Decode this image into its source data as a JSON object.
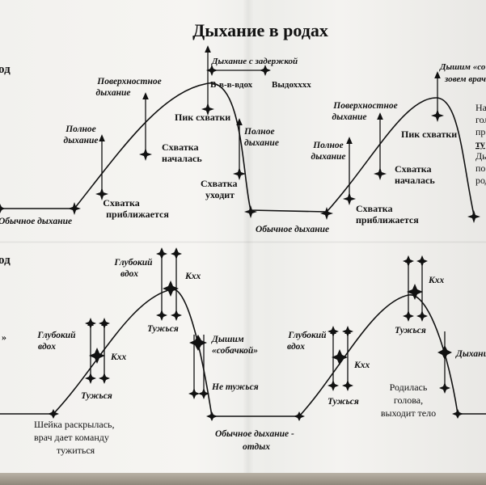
{
  "title": "Дыхание в родах",
  "top_left_fragment": "од",
  "bottom_left_fragment": "од",
  "bottom_left_fragment2": "»",
  "top_left": {
    "normal_breathing_start": "Обычное дыхание",
    "full_breath": [
      "Полное",
      "дыхание"
    ],
    "contraction_approaching": [
      "Схватка",
      "приближается"
    ],
    "superficial_breath": [
      "Поверхностное",
      "дыхание"
    ],
    "contraction_started": [
      "Схватка",
      "началась"
    ],
    "breath_hold": "Дыхание с задержкой",
    "inhale": "В-в-в-вдох",
    "exhale": "Выдохххх",
    "peak": "Пик схватки",
    "full_breath_2": [
      "Полное",
      "дыхание"
    ],
    "contraction_leaving": [
      "Схватка",
      "уходит"
    ],
    "normal_breathing_end": "Обычное дыхание"
  },
  "top_right": {
    "full_breath": [
      "Полное",
      "дыхание"
    ],
    "contraction_approaching": [
      "Схватка",
      "приближается"
    ],
    "superficial_breath": [
      "Поверхностное",
      "дыхание"
    ],
    "contraction_started": [
      "Схватка",
      "началась"
    ],
    "breathe_partial": [
      "Дышим «со",
      "зовем врач"
    ],
    "peak": "Пик схватки",
    "side_text": [
      "На",
      "голо",
      "пр",
      "ту",
      "Ды",
      "по",
      "род"
    ]
  },
  "bottom_left": {
    "deep_breath": [
      "Глубокий",
      "вдох"
    ],
    "kxx_1": "Кхх",
    "push_1": "Тужься",
    "deep_breath_2": [
      "Глубокий",
      "вдох"
    ],
    "kxx_2": "Кхх",
    "push_2": "Тужься",
    "dog_breath": [
      "Дышим",
      "«собачкой»"
    ],
    "dont_push": "Не тужься",
    "cervix": [
      "Шейка раскрылась,",
      "врач дает команду",
      "тужиться"
    ],
    "normal_rest": [
      "Обычное дыхание -",
      "отдых"
    ]
  },
  "bottom_right": {
    "deep_breath": [
      "Глубокий",
      "вдох"
    ],
    "kxx_1": "Кхх",
    "push_1": "Тужься",
    "kxx_2": "Кхх",
    "push_2": "Тужься",
    "breathe_partial": "Дыхание",
    "head_born": [
      "Родилась",
      "голова,",
      "выходит тело"
    ]
  }
}
